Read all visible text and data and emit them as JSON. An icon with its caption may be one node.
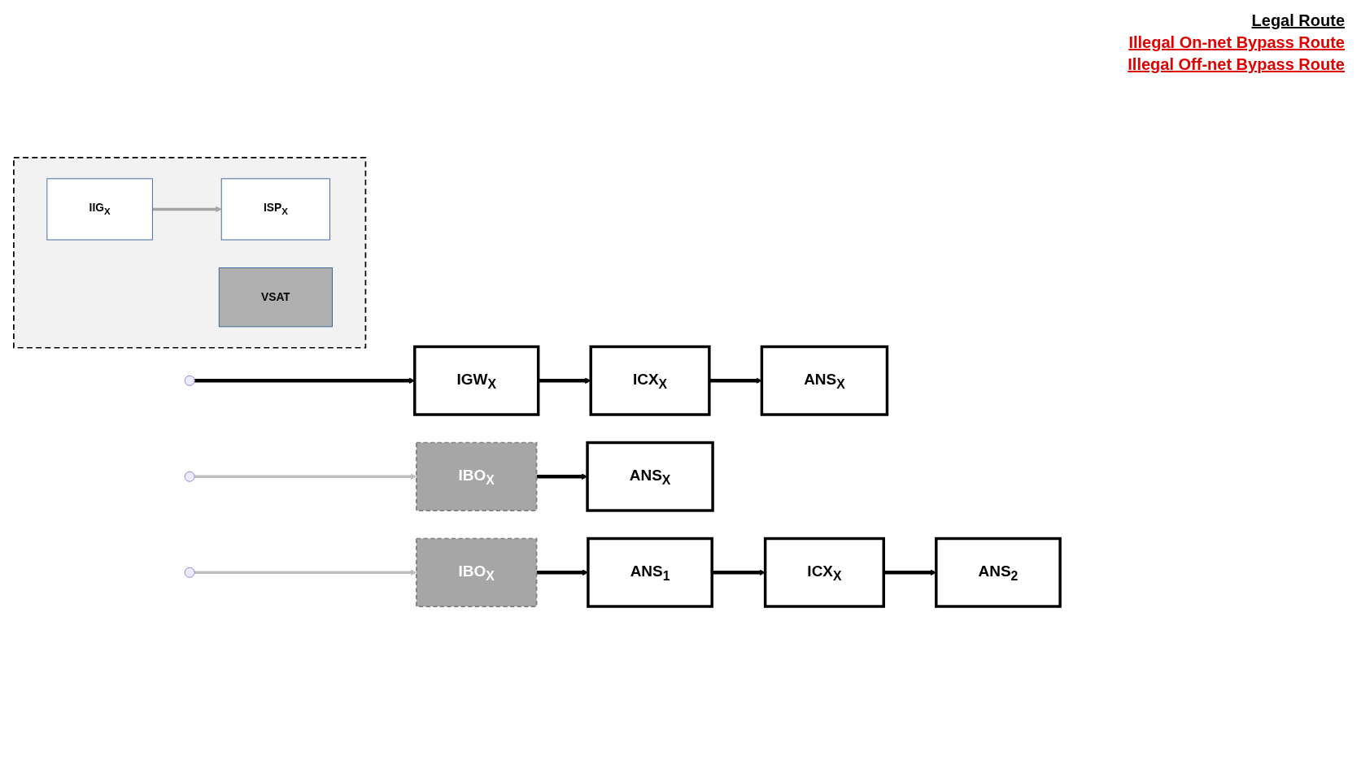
{
  "diagram": {
    "nodes": [
      {
        "text": [
          "IGW$_{X}$"
        ]
      },
      {
        "text": [
          "ICX$_{X}$"
        ]
      },
      {
        "text": [
          "ANS$_{X}$"
        ]
      },
      {
        "text": [],
        "shape": "box"
      },
      {
        "text": [
          "IIG$_{X}$"
        ],
        "in": 3
      },
      {
        "text": [
          "ISP$_{X}$"
        ],
        "in": 3
      },
      {
        "text": [
          "VSAT"
        ],
        "in": 3
      },
      {
        "text": [
          "IBO$_{X}$"
        ]
      },
      {
        "text": [
          "ANS$_{X}$"
        ]
      },
      {
        "text": [
          "IBO$_{X}$"
        ]
      },
      {
        "text": [
          "ANS$_{1}$"
        ]
      },
      {
        "text": [
          "ICX$_{X}$"
        ]
      },
      {
        "text": [
          "ANS$_{2}$"
        ]
      }
    ],
    "edges": [
      {
        "from": null,
        "to": 0,
        "arrow": "to"
      },
      {
        "from": 0,
        "to": 1,
        "arrow": "to"
      },
      {
        "from": 1,
        "to": 2,
        "arrow": "to"
      },
      {
        "from": 4,
        "to": 5,
        "arrow": "to",
        "color": "#a6a6a6"
      },
      {
        "from": null,
        "to": 7,
        "arrow": "to",
        "color": "#bfbfbf"
      },
      {
        "from": null,
        "to": 9,
        "arrow": "to",
        "color": "#bfbfbf"
      },
      {
        "from": 7,
        "to": 8,
        "arrow": "to"
      },
      {
        "from": 9,
        "to": 10,
        "arrow": "to"
      },
      {
        "from": 10,
        "to": 11,
        "arrow": "to"
      },
      {
        "from": 11,
        "to": 12,
        "arrow": "to"
      }
    ],
    "labels": [
      "Legal Route",
      "Illegal On-net Bypass Route",
      "Illegal Off-net Bypass Route"
    ]
  }
}
